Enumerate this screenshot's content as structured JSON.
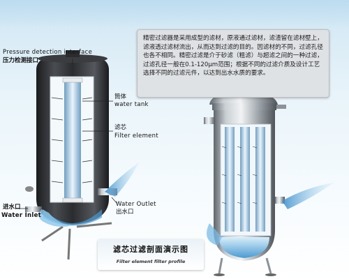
{
  "description": "精密过滤器是采用成型的滤材，原液通过滤材，滤渣留在滤材壁上，滤液透过滤材流出，从而达到过滤的目的。因滤材的不同，过滤孔径也各不相同。精密过滤是介于砂滤（粗滤）与超滤之间的一种过滤，过滤孔径一般在0.1-120μm范围；根据不同的过滤介质及设计工艺选择不同的过滤元件，以达到出水水质的要求。",
  "labels": {
    "pressure_en": "Pressure detection interface",
    "pressure_cn": "压力检测接口",
    "tank_cn": "筒体",
    "tank_en": "water tank",
    "element_cn": "滤芯",
    "element_en": "Filter element",
    "outlet_en": "Water Outlet",
    "outlet_cn": "出水口",
    "inlet_cn": "进水口",
    "inlet_en": "Water Inlet"
  },
  "caption": {
    "cn": "滤芯过滤剖面演示图",
    "en": "Filter element filter profile"
  },
  "colors": {
    "tank_dark": "#2b2d30",
    "steel": "#9aa3aa",
    "water": "#5aa8d8",
    "water_light": "#cfe8f6"
  }
}
